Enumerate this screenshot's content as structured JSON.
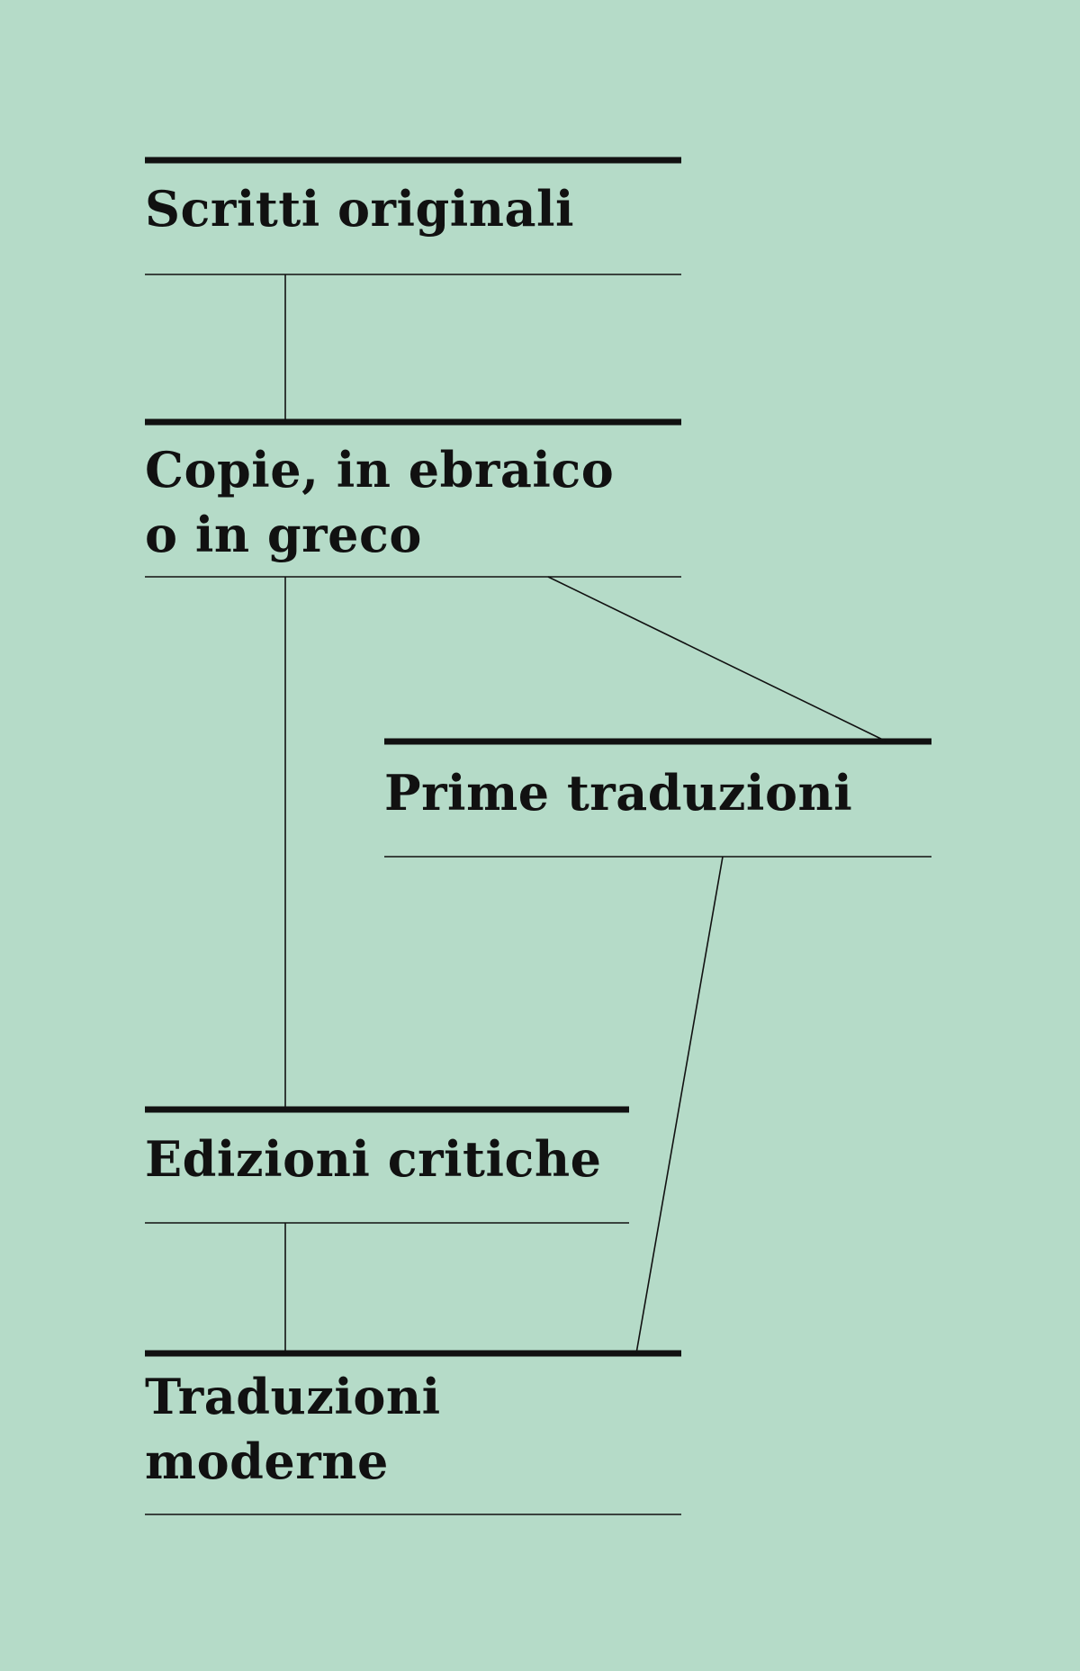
{
  "diagram": {
    "background": "#b5dbc8",
    "line_color": "#111111",
    "nodes": {
      "scritti_originali": {
        "line1": "Scritti originali"
      },
      "copie": {
        "line1": "Copie, in ebraico",
        "line2": "o in greco"
      },
      "prime_traduzioni": {
        "line1": "Prime traduzioni"
      },
      "edizioni_critiche": {
        "line1": "Edizioni critiche"
      },
      "traduzioni_moderne": {
        "line1": "Traduzioni",
        "line2": "moderne"
      }
    }
  }
}
